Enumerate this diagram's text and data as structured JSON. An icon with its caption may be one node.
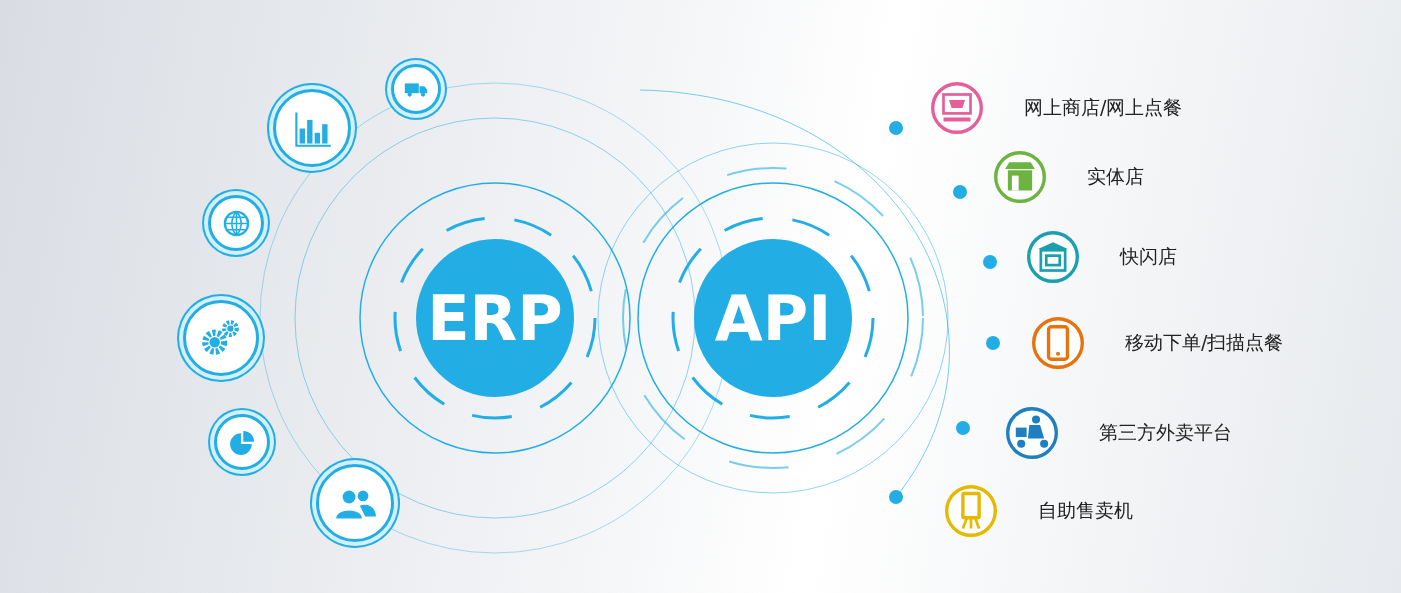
{
  "diagram": {
    "nodes": [
      {
        "text": [
          "ERP"
        ]
      },
      {
        "text": [
          "API"
        ]
      },
      {
        "text": [],
        "shape": "circle"
      },
      {
        "text": [],
        "shape": "circle"
      },
      {
        "text": [],
        "shape": "circle"
      },
      {
        "text": [],
        "shape": "circle"
      },
      {
        "text": [],
        "shape": "circle"
      },
      {
        "text": [],
        "shape": "circle"
      },
      {
        "text": [
          "网上商店/网上点餐"
        ]
      },
      {
        "text": [
          "实体店"
        ]
      },
      {
        "text": [
          "快闪店"
        ]
      },
      {
        "text": [
          "移动下单/扫描点餐"
        ]
      },
      {
        "text": [
          "第三方外卖平台"
        ]
      },
      {
        "text": [
          "自助售卖机"
        ]
      }
    ]
  }
}
